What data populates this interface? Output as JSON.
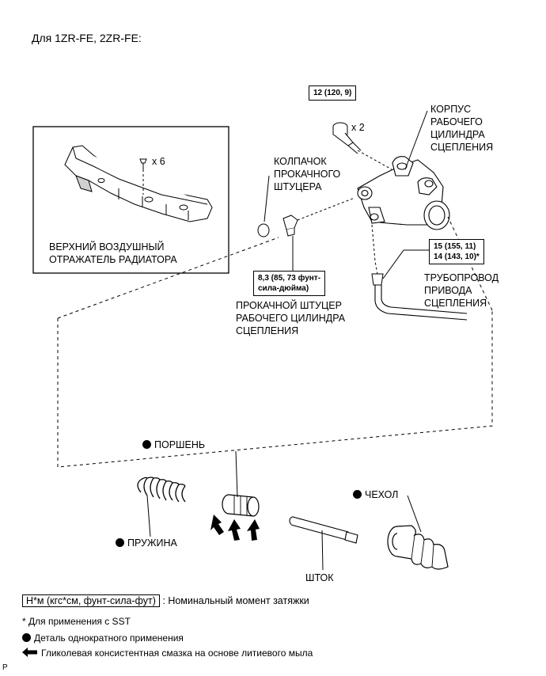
{
  "heading": "Для 1ZR-FE, 2ZR-FE:",
  "torque": {
    "bolt": "12 (120, 9)",
    "bleeder": "8,3 (85, 73 фунт-сила-дюйма)",
    "bleeder_line1": "8,3 (85, 73 фунт-",
    "bleeder_line2": "сила-дюйма)",
    "pipe_line1": "15 (155, 11)",
    "pipe_line2": "14 (143, 10)*"
  },
  "quantities": {
    "bolt": "x 2",
    "clip": "x 6"
  },
  "parts": {
    "housing": [
      "КОРПУС",
      "РАБОЧЕГО",
      "ЦИЛИНДРА",
      "СЦЕПЛЕНИЯ"
    ],
    "cap": [
      "КОЛПАЧОК",
      "ПРОКАЧНОГО",
      "ШТУЦЕРА"
    ],
    "deflector": [
      "ВЕРХНИЙ ВОЗДУШНЫЙ",
      "ОТРАЖАТЕЛЬ РАДИАТОРА"
    ],
    "bleeder": [
      "ПРОКАЧНОЙ ШТУЦЕР",
      "РАБОЧЕГО ЦИЛИНДРА",
      "СЦЕПЛЕНИЯ"
    ],
    "pipe": [
      "ТРУБОПРОВОД",
      "ПРИВОДА",
      "СЦЕПЛЕНИЯ"
    ],
    "piston": "ПОРШЕНЬ",
    "spring": "ПРУЖИНА",
    "boot": "ЧЕХОЛ",
    "rod": "ШТОК"
  },
  "legend": {
    "torque_unit": "Н*м (кгс*см, фунт-сила-фут)",
    "torque_desc": ": Номинальный момент затяжки",
    "sst_note": "* Для применения с SST",
    "non_reusable": "Деталь однократного применения",
    "grease": "Гликолевая консистентная смазка на основе литиевого мыла"
  },
  "corner_letter": "P",
  "colors": {
    "line": "#000000",
    "part_fill": "#ffffff",
    "part_shade": "#d0d0d0"
  }
}
